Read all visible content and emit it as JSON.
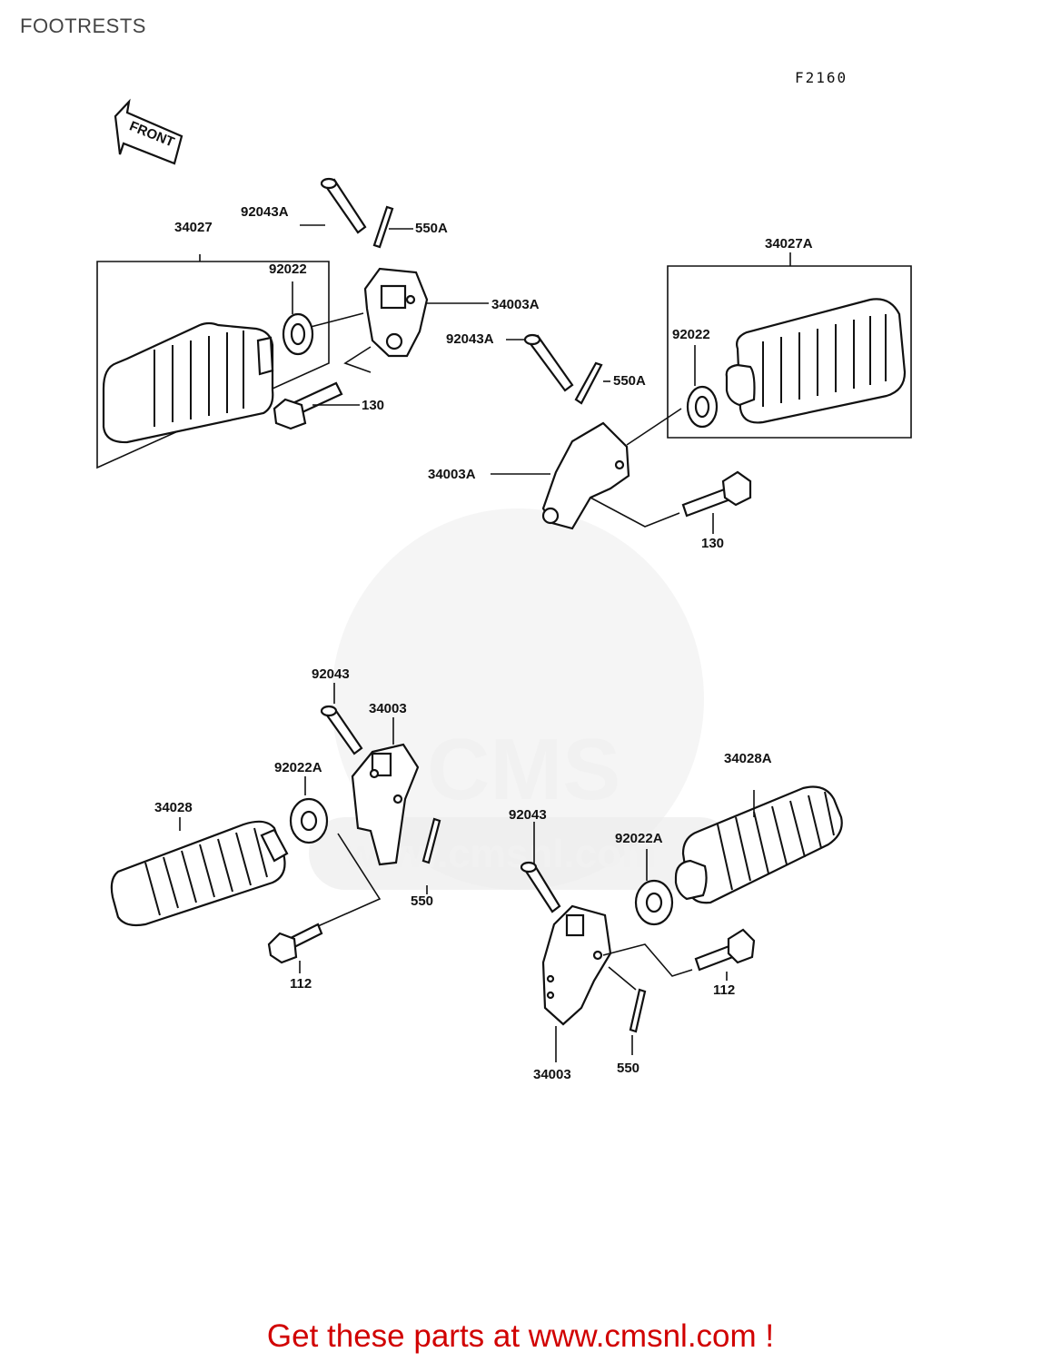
{
  "page_title": "FOOTRESTS",
  "diagram_code": "F2160",
  "front_arrow_label": "FRONT",
  "watermark": {
    "logo_text": "CMS",
    "url_text": "www.cmsnl.com"
  },
  "callouts": {
    "c34027": "34027",
    "c92043A_left": "92043A",
    "c550A_left": "550A",
    "c92022_left": "92022",
    "c34003A_left": "34003A",
    "c130_left": "130",
    "c34027A": "34027A",
    "c92043A_right": "92043A",
    "c550A_right": "550A",
    "c92022_right": "92022",
    "c34003A_right": "34003A",
    "c130_right": "130",
    "c92043_left": "92043",
    "c34003_left": "34003",
    "c92022A_left": "92022A",
    "c34028": "34028",
    "c550_left": "550",
    "c112_left": "112",
    "c34028A": "34028A",
    "c92043_right": "92043",
    "c92022A_right": "92022A",
    "c112_right": "112",
    "c34003_right": "34003",
    "c550_right": "550"
  },
  "footer_link": "Get these parts at www.cmsnl.com !"
}
